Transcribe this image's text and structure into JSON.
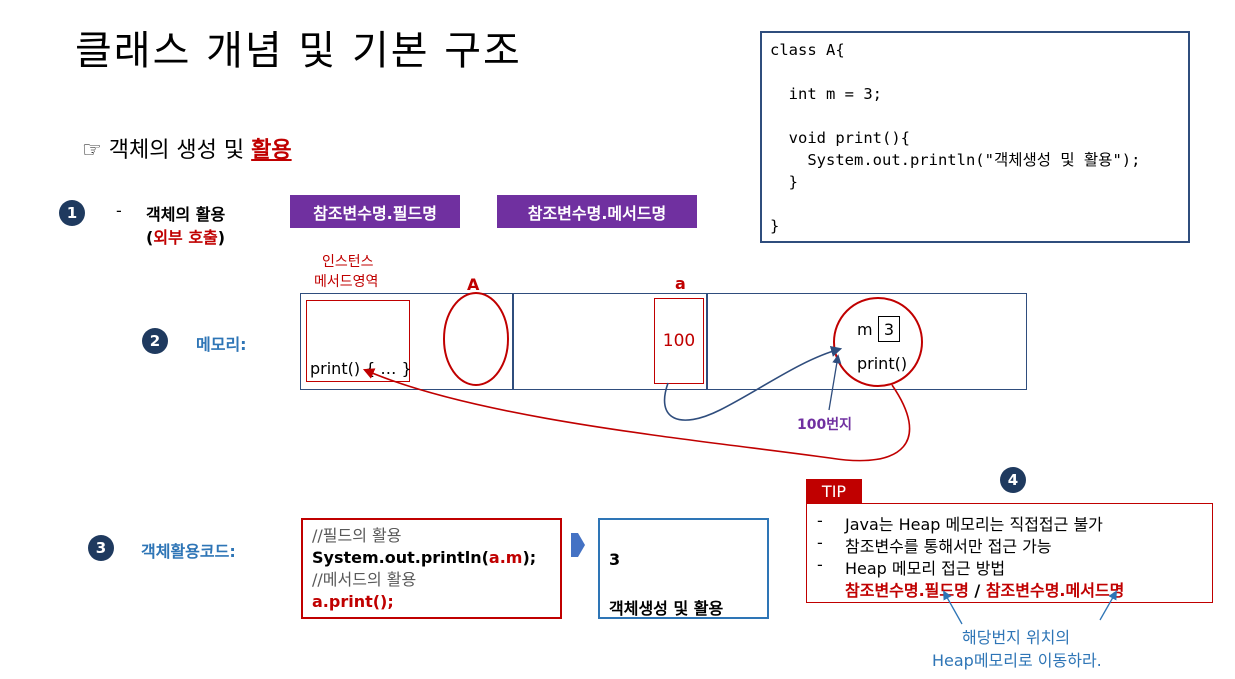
{
  "title": "클래스 개념 및 기본 구조",
  "code_lines": [
    "class A{",
    "",
    "  int m = 3;",
    "",
    "  void print(){",
    "    System.out.println(\"객체생성 및 활용\");",
    "  }",
    "",
    "}"
  ],
  "subtitle": {
    "prefix": "☞ 객체의 생성 및 ",
    "highlight": "활용"
  },
  "section1": {
    "number": "1",
    "dash": "-",
    "label": "객체의 활용",
    "paren_open": "(",
    "paren_red": "외부 호출",
    "paren_close": ")",
    "box_field": "참조변수명.필드명",
    "box_method": "참조변수명.메서드명"
  },
  "section2": {
    "number": "2",
    "label": "메모리:",
    "method_area_label_1": "인스턴스",
    "method_area_label_2": "메서드영역",
    "class_label": "A",
    "var_label": "a",
    "var_value": "100",
    "method_text": "print() { … }",
    "field_name": "m",
    "field_value": "3",
    "obj_method": "print()",
    "address_label": "100번지"
  },
  "section3": {
    "number": "3",
    "label": "객체활용코드:",
    "comment_field": "//필드의 활용",
    "println_prefix": "System.out.println(",
    "println_arg": "a.m",
    "println_suffix": ");",
    "comment_method": "//메서드의 활용",
    "call": "a.print();",
    "output_1": "3",
    "output_2": "객체생성 및 활용"
  },
  "section4": {
    "number": "4",
    "tip_label": "TIP",
    "lines": [
      "Java는 Heap 메모리는 직접접근 불가",
      "참조변수를 통해서만 접근 가능",
      "Heap 메모리 접근 방법"
    ],
    "dash": "-",
    "access_field": "참조변수명.필드명",
    "sep": " / ",
    "access_method": "참조변수명.메서드명",
    "note_1": "해당번지 위치의",
    "note_2": "Heap메모리로 이동하라."
  },
  "colors": {
    "accent_red": "#c00000",
    "purple": "#7030a0",
    "blue": "#2e75b6",
    "navy": "#1f3a5f",
    "border_navy": "#2f4d7d",
    "label_purple": "#7030a0"
  }
}
